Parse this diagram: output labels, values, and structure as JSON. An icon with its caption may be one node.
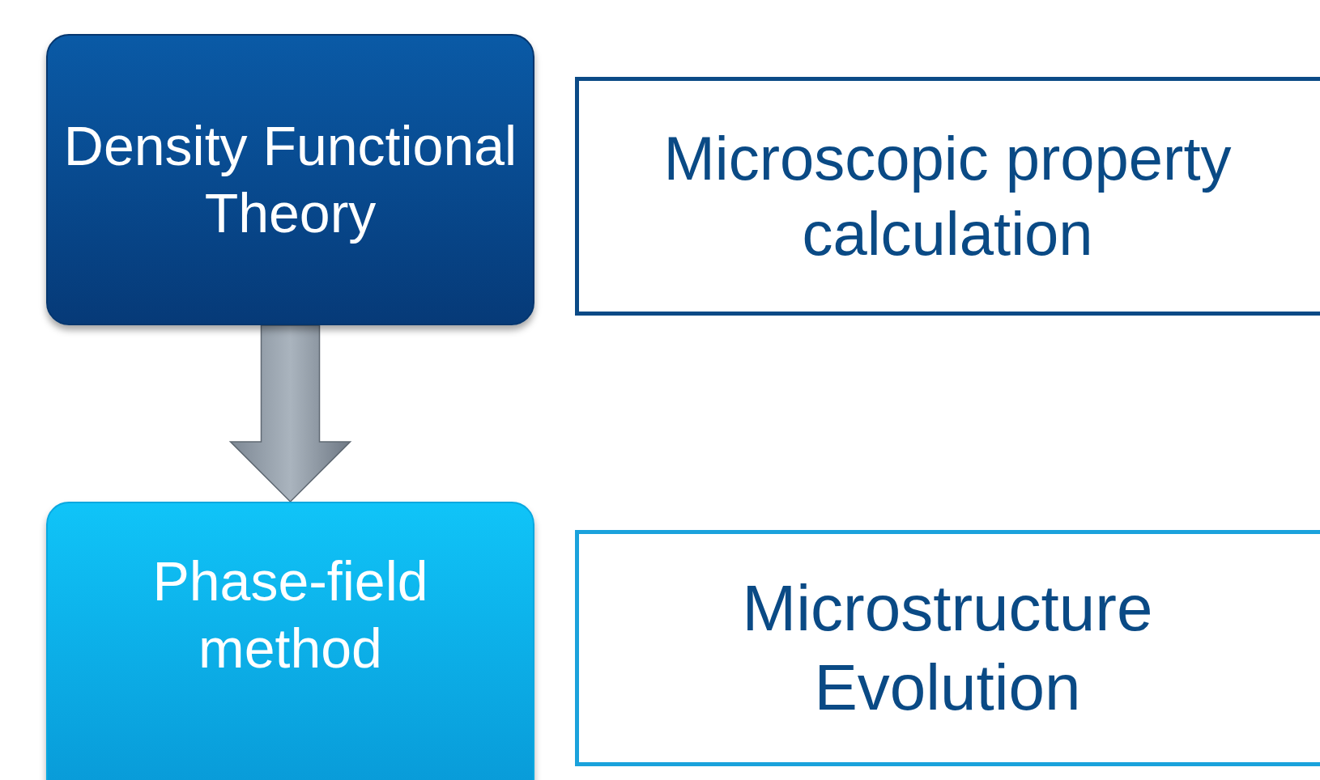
{
  "diagram": {
    "nodes": [
      {
        "text": [
          "Density Functional Theory"
        ]
      },
      {
        "text": [
          "Microscopic property calculation"
        ]
      },
      {
        "text": [
          "Phase-field method"
        ]
      },
      {
        "text": [
          "Microstructure Evolution"
        ]
      }
    ],
    "edges": [
      {
        "from": 0,
        "to": 2,
        "arrow": "to"
      }
    ]
  }
}
